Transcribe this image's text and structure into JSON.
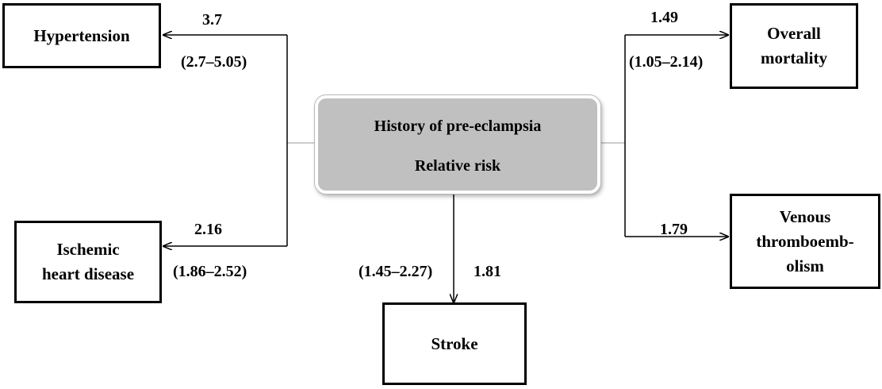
{
  "center": {
    "line1": "History of pre-eclampsia",
    "line2": "Relative risk"
  },
  "outcomes": {
    "hypertension": {
      "label": "Hypertension",
      "rr": "3.7",
      "ci": "(2.7–5.05)"
    },
    "ischemic_heart_disease": {
      "label": "Ischemic\nheart  disease",
      "rr": "2.16",
      "ci": "(1.86–2.52)"
    },
    "stroke": {
      "label": "Stroke",
      "rr": "1.81",
      "ci": "(1.45–2.27)"
    },
    "overall_mortality": {
      "label": "Overall\nmortality",
      "rr": "1.49",
      "ci": "(1.05–2.14)"
    },
    "venous_thromboembolism": {
      "label": "Venous\nthromboemb-\nolism",
      "rr": "1.79",
      "ci": ""
    }
  }
}
